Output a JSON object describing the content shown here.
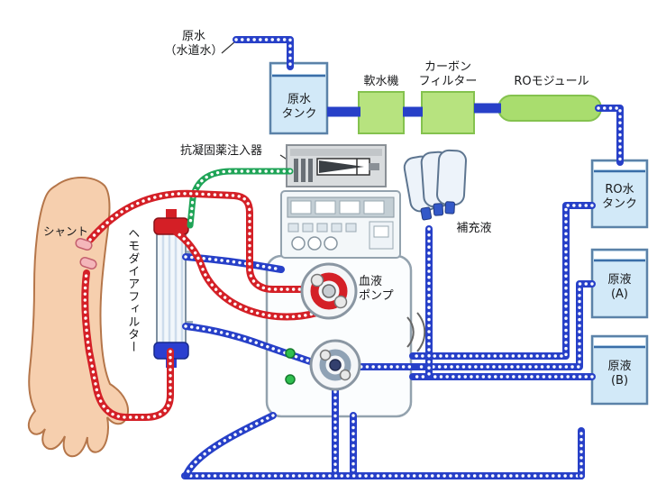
{
  "labels": {
    "raw_water": [
      "原水",
      "（水道水）"
    ],
    "raw_water_tank": [
      "原水",
      "タンク"
    ],
    "softener": "軟水機",
    "carbon_filter": [
      "カーボン",
      "フィルター"
    ],
    "ro_module": "ROモジュール",
    "ro_water_tank": [
      "RO水",
      "タンク"
    ],
    "concentrate_a": [
      "原液",
      "(A)"
    ],
    "concentrate_b": [
      "原液",
      "(B)"
    ],
    "replacement_fluid": "補充液",
    "anticoagulant_injector": "抗凝固薬注入器",
    "blood_pump": [
      "血液",
      "ポンプ"
    ],
    "hemodiafilter": "ヘモダイアフィルター",
    "shunt": "シャント"
  },
  "colors": {
    "blood_line": "#d42027",
    "dialysate_line": "#2740c8",
    "anticoagulant_line": "#1fa457",
    "equipment_green": "#b7e37f",
    "tank_water": "#d2e9f8",
    "skin": "#f6cfae"
  }
}
